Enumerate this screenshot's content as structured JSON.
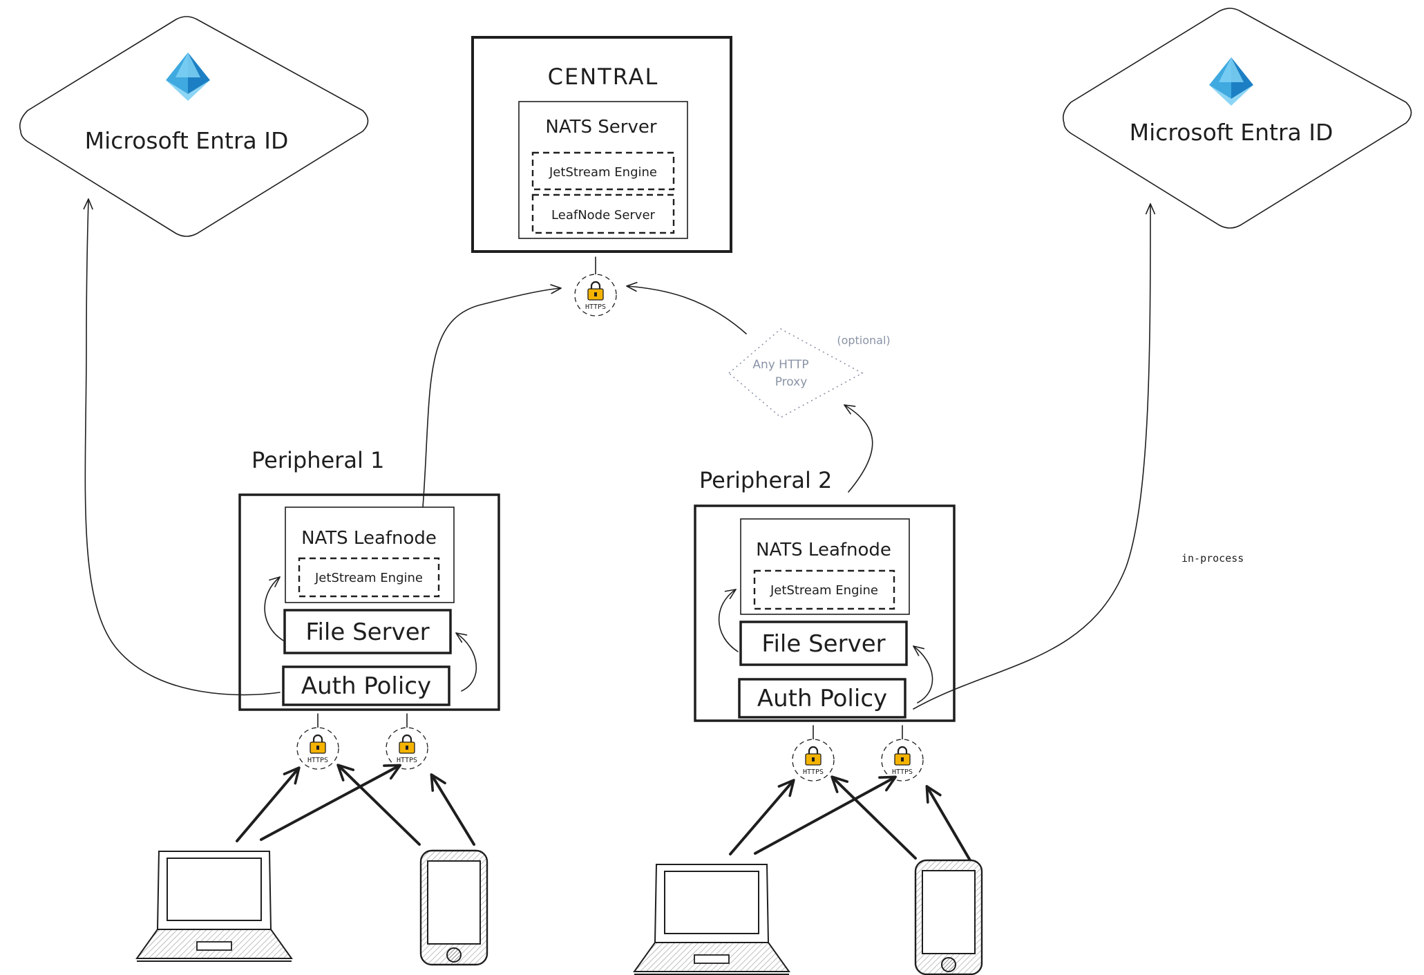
{
  "identity_providers": [
    {
      "label": "Microsoft Entra ID",
      "icon": "entra-id-pyramid-icon"
    },
    {
      "label": "Microsoft Entra ID",
      "icon": "entra-id-pyramid-icon"
    }
  ],
  "central": {
    "title": "CENTRAL",
    "server_label": "NATS Server",
    "jetstream_label": "JetStream Engine",
    "leafnode_label": "LeafNode Server"
  },
  "peripherals": [
    {
      "title": "Peripheral 1",
      "leafnode_label": "NATS Leafnode",
      "jetstream_label": "JetStream Engine",
      "file_server_label": "File Server",
      "auth_policy_label": "Auth Policy"
    },
    {
      "title": "Peripheral 2",
      "leafnode_label": "NATS Leafnode",
      "jetstream_label": "JetStream Engine",
      "file_server_label": "File Server",
      "auth_policy_label": "Auth Policy"
    }
  ],
  "https_badge": {
    "label": "HTTPS",
    "icon": "lock-icon",
    "color": "#f5b301"
  },
  "proxy": {
    "label_line1": "Any HTTP",
    "label_line2": "Proxy",
    "note": "(optional)"
  },
  "annotation": {
    "text": "in-process"
  },
  "devices": [
    "laptop-icon",
    "smartphone-icon",
    "laptop-icon",
    "smartphone-icon"
  ],
  "colors": {
    "stroke": "#1e1e1e",
    "muted": "#8a93a6",
    "entra_blue": "#3fa9e0",
    "lock_yellow": "#f5b301"
  }
}
